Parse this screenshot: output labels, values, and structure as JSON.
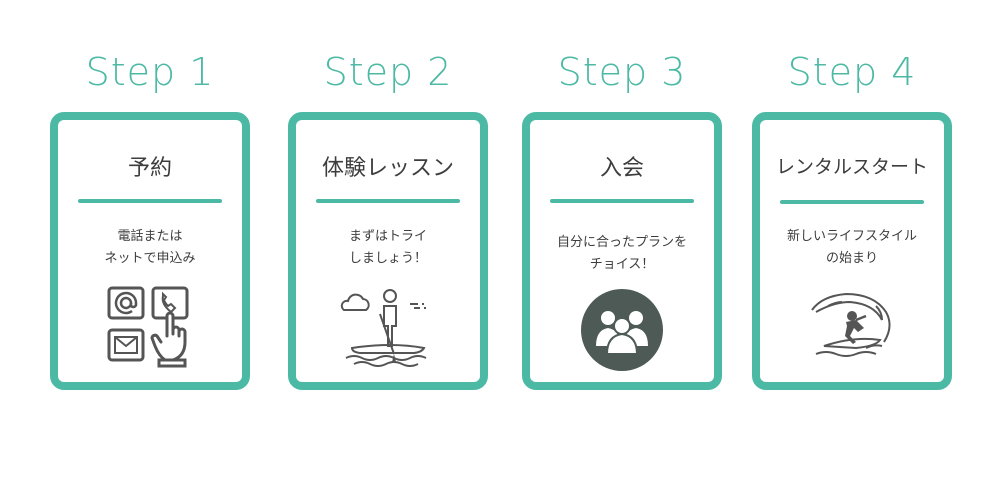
{
  "steps": [
    {
      "title": "Step 1",
      "card_title": "予約",
      "desc_lines": [
        "電話または",
        "ネットで申込み"
      ],
      "icon": "contact-icons"
    },
    {
      "title": "Step 2",
      "card_title": "体験レッスン",
      "desc_lines": [
        "まずはトライ",
        "しましょう！"
      ],
      "icon": "paddleboard-icon"
    },
    {
      "title": "Step 3",
      "card_title": "入会",
      "desc_lines": [
        "自分に合ったプランを",
        "チョイス！"
      ],
      "icon": "group-icon"
    },
    {
      "title": "Step 4",
      "card_title": "レンタルスタート",
      "desc_lines": [
        "新しいライフスタイル",
        "の始まり"
      ],
      "icon": "surfer-icon"
    }
  ],
  "colors": {
    "accent": "#4cb9a4",
    "text": "#3d3d3d",
    "icon_dark": "#4d5a55",
    "icon_line": "#555555"
  }
}
